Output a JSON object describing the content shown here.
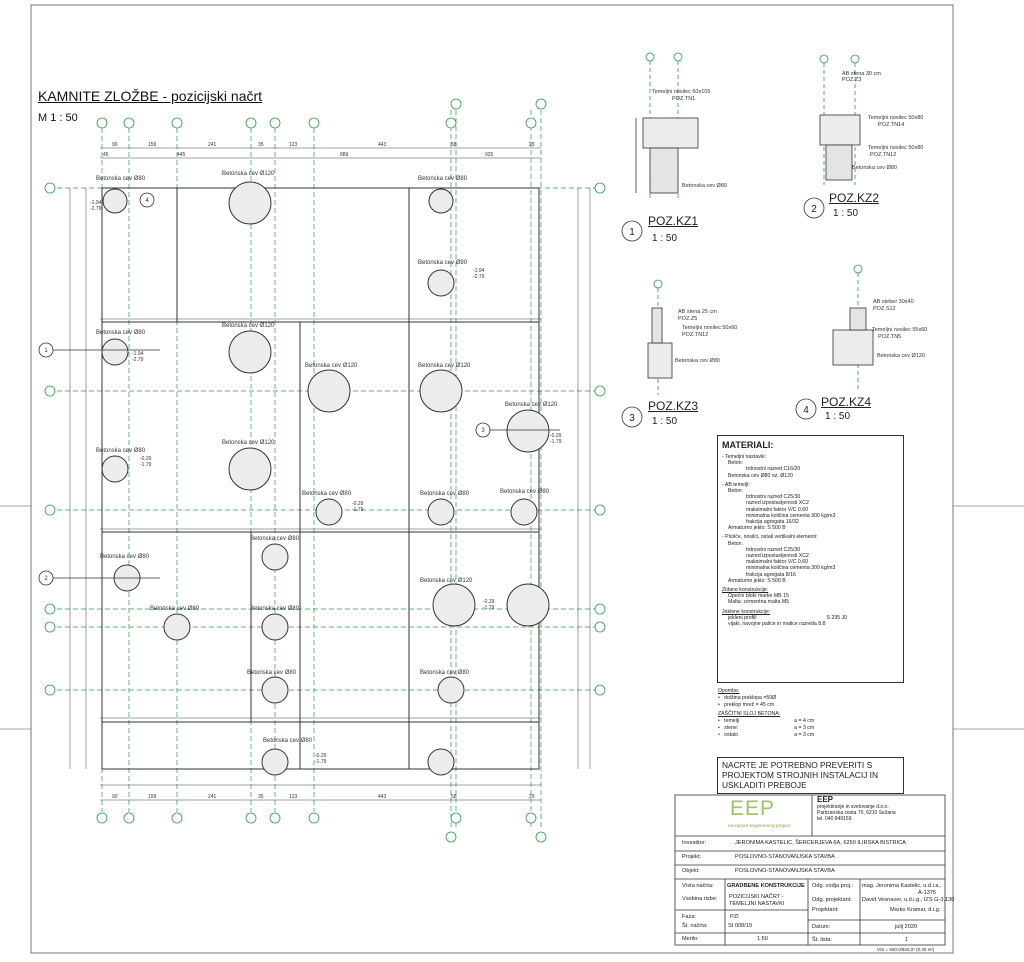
{
  "plan": {
    "title": "KAMNITE ZLOŽBE - pozicijski načrt",
    "scale": "M  1 : 50",
    "pile_label_80": "Betonska cev Ø80",
    "pile_label_120": "Betonska cev Ø120",
    "level_a": "-0.29",
    "level_b": "-1.79",
    "level_c": "-1.94",
    "level_d": "-2.79",
    "top_dims": [
      "45",
      "90",
      "159",
      "241",
      "445",
      "35",
      "123",
      "889",
      "443",
      "58",
      "29",
      "925"
    ],
    "section_markers": [
      "1",
      "2",
      "3",
      "4"
    ]
  },
  "details": [
    {
      "num": "1",
      "label": "POZ.KZ1",
      "scale": "1 : 50",
      "note1": "Temeljni nosilec 60x105",
      "note2": "POZ.TN1",
      "pile": "Betonska cev Ø80"
    },
    {
      "num": "2",
      "label": "POZ.KZ2",
      "scale": "1 : 50",
      "note1": "AB stena 30 cm",
      "note2": "POZ.Z3",
      "note3": "Temeljni nosilec 50x80",
      "note4": "POZ.TN14",
      "note5": "Temeljni nosilec 50x80",
      "note6": "POZ.TN12",
      "pile": "Betonska cev Ø80"
    },
    {
      "num": "3",
      "label": "POZ.KZ3",
      "scale": "1 : 50",
      "note1": "AB stena 25 cm",
      "note2": "POZ.Z5",
      "note3": "Temeljni nosilec 50x60",
      "note4": "POZ.TN12",
      "pile": "Betonska cev Ø80"
    },
    {
      "num": "4",
      "label": "POZ.KZ4",
      "scale": "1 : 50",
      "note1": "AB steber 30x40",
      "note2": "POZ.S12",
      "note3": "Temeljni nosilec 55x60",
      "note4": "POZ.TN5",
      "pile": "Betonska cev Ø120"
    }
  ],
  "materials": {
    "heading": "MATERIALI:",
    "g1_title": "- Temeljni nastavki:",
    "g1_sub": "Beton:",
    "g1_l1": "trdnostni razred C16/20",
    "g1_l2": "Betonska cev Ø80 oz. Ø120",
    "g2_title": "- AB temelji:",
    "g2_sub": "Beton:",
    "g2_l1": "trdnostni razred C25/30",
    "g2_l2": "razred izpostavljenosti XC2",
    "g2_l3": "maksimalni faktor V/C 0,60",
    "g2_l4": "minimalna količina cementa 300 kg/m3",
    "g2_l5": "frakcija agregata 16/32",
    "g2_l6": "Armaturno jeklo: S 500 B",
    "g3_title": "- Plošče, nosilci, ostali vertikalni elementi:",
    "g3_sub": "Beton:",
    "g3_l1": "trdnostni razred C25/30",
    "g3_l2": "razred izpostavljenosti XC2",
    "g3_l3": "maksimalni faktor V/C 0,60",
    "g3_l4": "minimalna količina cementa 300 kg/m3",
    "g3_l5": "frakcija agregata 8/16",
    "g3_l6": "Armaturno jeklo: S 500 B",
    "g4_title": "Zidane konstrukcije:",
    "g4_l1": "Opečni bloki marke MB 15",
    "g4_l2": "Malta: cementna malta M5",
    "g5_title": "Jeklene konstrukcije:",
    "g5_l1": "jekleni profili",
    "g5_l1v": "S 235 J0",
    "g5_l2": "vijaki, navojne palice in matice razreda 8.8"
  },
  "notes": {
    "opombe": "Opombe:",
    "o1": "dolžina preklopa =50Ø",
    "o2": "preklop mrež = 45 cm",
    "zs": "ZAŠČITNI SLOJ BETONA:",
    "z1": "temelji",
    "z1v": "a = 4 cm",
    "z2": "stene:",
    "z2v": "a = 3 cm",
    "z3": "ostalo",
    "z3v": "a = 3 cm"
  },
  "warning": "NACRTE JE POTREBNO PREVERITI S PROJEKTOM STROJNIH INSTALACIJ IN USKLADITI PREBOJE",
  "titleblock": {
    "logo": "EEP",
    "logo_sub": "european engineering project",
    "company_name": "EEP",
    "company_l1": "projektiranje in svetovanje d.o.o.",
    "company_l2": "Partizanska cesta 70, 6210 Sežana",
    "company_l3": "tel. 040 849159",
    "investitor_label": "Investitor:",
    "investitor": "JERONIMA KASTELIC, ŠERCERJEVA 6A, 6250 ILIRSKA BISTRICA",
    "projekt_label": "Projekt:",
    "projekt": "POSLOVNO-STANOVANJSKA STAVBA",
    "objekt_label": "Objekt:",
    "objekt": "POSLOVNO-STANOVANJSKA STAVBA",
    "vrsta_label": "Vrsta načrta:",
    "vrsta": "GRADBENE KONSTRUKCIJE",
    "vsebina_label": "Vsebina risbe:",
    "vsebina1": "POZICIJSKI NAČRT -",
    "vsebina2": "TEMELJNI NASTAVKI",
    "faza_label": "Faza:",
    "faza": "PZI",
    "st_nacrta_label": "Št. načrta:",
    "st_nacrta": "SI 008/19",
    "merilo_label": "Merilo:",
    "merilo": "1:50",
    "odg_vodja_label": "Odg. vodja proj.:",
    "odg_vodja": "mag. Jeronima Kastelic, u.d.i.a.,",
    "odg_vodja2": "A-1375",
    "odg_proj_label": "Odg. projektant:",
    "odg_proj": "David Vesnaver, u.d.i.g., IZS G-3.130",
    "projektant_label": "Projektant:",
    "projektant": "Marko Kramar, d.i.g.",
    "datum_label": "Datum:",
    "datum": "julij 2020",
    "st_lista_label": "Št. lista:",
    "st_lista": "1",
    "footer": "V/S = 930,0/920,0* (0,40 m²)"
  }
}
